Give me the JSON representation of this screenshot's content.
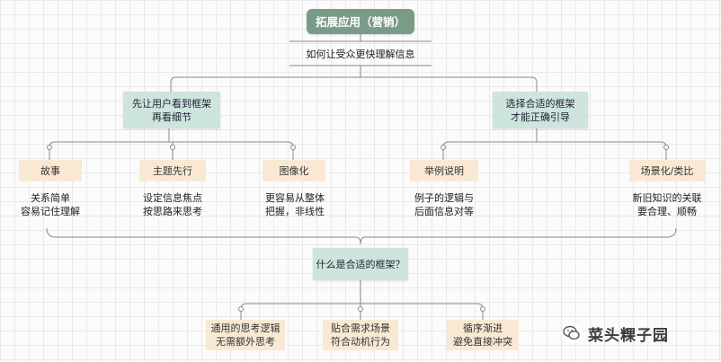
{
  "title": "拓展应用（营销）",
  "subtitle": "如何让受众更快理解信息",
  "branches": [
    {
      "label_lines": [
        "先让用户看到框架",
        "再看细节"
      ],
      "children": [
        {
          "label": "故事",
          "desc_lines": [
            "关系简单",
            "容易记住理解"
          ]
        },
        {
          "label": "主题先行",
          "desc_lines": [
            "设定信息焦点",
            "按思路来思考"
          ]
        },
        {
          "label": "图像化",
          "desc_lines": [
            "更容易从整体",
            "把握，非线性"
          ]
        }
      ]
    },
    {
      "label_lines": [
        "选择合适的框架",
        "才能正确引导"
      ],
      "children": [
        {
          "label": "举例说明",
          "desc_lines": [
            "例子的逻辑与",
            "后面信息对等"
          ]
        },
        {
          "label": "场景化/类比",
          "desc_lines": [
            "新旧知识的关联",
            "要合理、顺畅"
          ]
        }
      ]
    }
  ],
  "question": "什么是合适的框架？",
  "answers": [
    {
      "lines": [
        "通用的思考逻辑",
        "无需额外思考"
      ]
    },
    {
      "lines": [
        "贴合需求场景",
        "符合动机行为"
      ]
    },
    {
      "lines": [
        "循序渐进",
        "避免直接冲突"
      ]
    }
  ],
  "watermark": "菜头粿子园",
  "colors": {
    "title_bg": "#7a9b88",
    "branch_bg": "#cde5dd",
    "leaf_bg": "#f9e9d4",
    "line": "#8a8a8a"
  }
}
